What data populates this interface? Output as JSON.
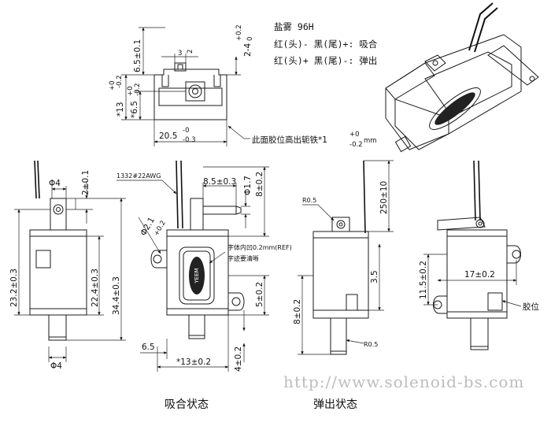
{
  "spec_notes": {
    "salt_spray": "盐雾 96H",
    "line_attract": "红(头)- 黑(尾)+: 吸合",
    "line_release": "红(头)+ 黑(尾)-: 弹出"
  },
  "top_view": {
    "dim_height_top": "6.5±0.1",
    "dim_3": "3",
    "dim_2": "2",
    "dim_2_4": "2-4",
    "dim_2_4_tol_up": "+0.2",
    "dim_2_4_tol_dn": "0",
    "dim_13": "*13",
    "dim_13_tol_up": "+0",
    "dim_13_tol_dn": "-0.2",
    "dim_6_5": "*6.5",
    "dim_6_5_tol_up": "+0",
    "dim_6_5_tol_dn": "-0.2",
    "dim_20_5": "20.5",
    "dim_20_5_tol_up": "-0",
    "dim_20_5_tol_dn": "-0.3",
    "dim_glue_note": "此面胶位高出轭铁*1",
    "dim_glue_tol_up": "+0",
    "dim_glue_tol_dn": "-0.2",
    "dim_glue_unit": "mm"
  },
  "left_view": {
    "dim_phi4_top": "Φ4",
    "dim_2_0_1": "2±0.1",
    "dim_23_2": "23.2±0.3",
    "dim_22_4": "22.4±0.3",
    "dim_34_4": "34.4±0.3",
    "dim_phi4_bottom": "Φ4"
  },
  "center_view": {
    "wire_label": "1332#22AWG",
    "dim_8_5": "8.5±0.3",
    "dim_phi1_7": "Φ1.7",
    "dim_8_0_2": "8±0.2",
    "dim_phi2_1": "Φ2.1",
    "dim_phi2_1_tol": "+0.2",
    "note_char": "字体内凹0.2mm(REF)",
    "note_clear": "字迹要清晰",
    "dim_5": "5±0.2",
    "dim_6_5": "6.5",
    "dim_13": "*13±0.2",
    "dim_4": "4±0.2"
  },
  "right_view": {
    "r_top": "R0.5",
    "dim_250": "250±10",
    "dim_3_5": "3.5",
    "dim_8": "8±0.2",
    "r_bottom": "R0.5"
  },
  "far_right_view": {
    "dim_11_5": "11.5±0.2",
    "dim_17": "17±0.2",
    "label_glue": "胶位"
  },
  "captions": {
    "attract": "吸合状态",
    "release": "弹出状态"
  },
  "watermark": "http://www.solenoid-bs.com"
}
